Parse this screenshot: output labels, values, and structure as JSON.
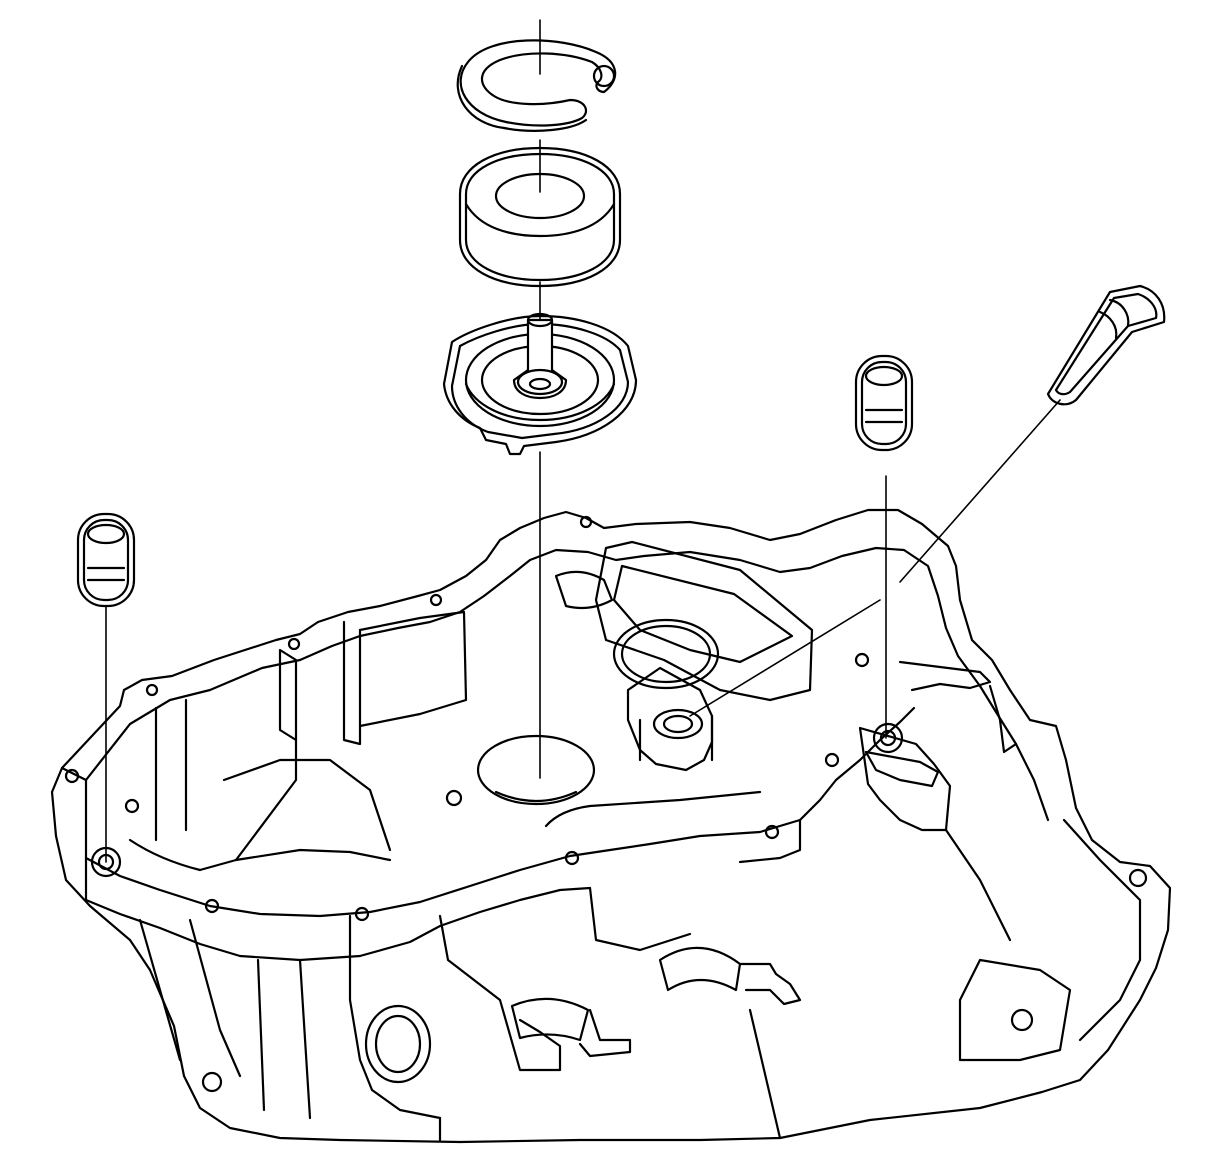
{
  "figure": {
    "type": "exploded-view line drawing",
    "background_color": "#ffffff",
    "line_color": "#000000",
    "labels": []
  },
  "parts": [
    {
      "name": "snap-ring"
    },
    {
      "name": "bearing"
    },
    {
      "name": "seal-retainer-with-tube"
    },
    {
      "name": "dowel-sleeve-left"
    },
    {
      "name": "dowel-sleeve-right"
    },
    {
      "name": "tapered-plug"
    },
    {
      "name": "transaxle-case"
    }
  ]
}
